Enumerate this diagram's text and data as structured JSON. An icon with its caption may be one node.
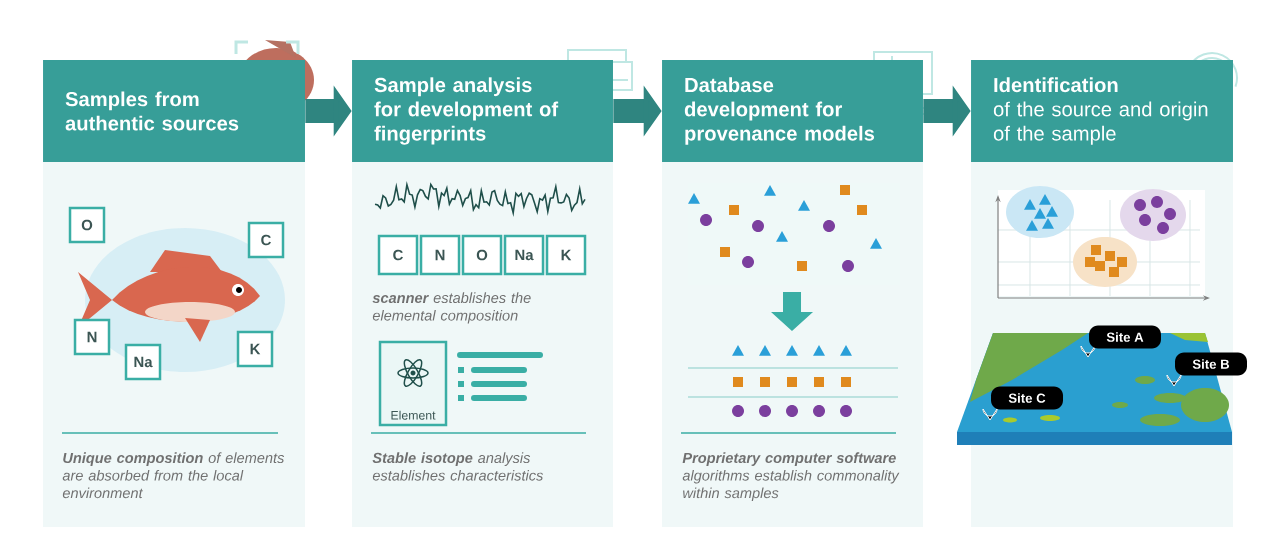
{
  "diagram": {
    "nodes": [
      {
        "text": [
          "Samples from authentic sources"
        ]
      },
      {
        "text": [
          "Sample analysis for development of fingerprints"
        ]
      },
      {
        "text": [
          "Database development for provenance models"
        ]
      },
      {
        "text": [
          "Identification",
          "of the source and origin of the sample"
        ]
      },
      {
        "text": [
          "O"
        ]
      },
      {
        "text": [
          "C"
        ]
      },
      {
        "text": [
          "N"
        ]
      },
      {
        "text": [
          "Na"
        ]
      },
      {
        "text": [
          "K"
        ]
      },
      {
        "text": [
          "C"
        ]
      },
      {
        "text": [
          "N"
        ]
      },
      {
        "text": [
          "O"
        ]
      },
      {
        "text": [
          "Na"
        ]
      },
      {
        "text": [
          "K"
        ]
      },
      {
        "text": [
          "Element"
        ]
      },
      {
        "text": [
          "Site A"
        ]
      },
      {
        "text": [
          "Site B"
        ]
      },
      {
        "text": [
          "Site C"
        ]
      }
    ],
    "edges": [
      {
        "from": 0,
        "to": 1,
        "arrow": "to"
      },
      {
        "from": 1,
        "to": 2,
        "arrow": "to"
      },
      {
        "from": 2,
        "to": 3,
        "arrow": "to"
      }
    ],
    "labels": [
      "**Unique composition** of elements are absorbed from the local environment",
      "**scanner** establishes the elemental composition",
      "**Stable isotope** analysis establishes characteristics",
      "**Proprietary computer software** algorithms establish commonality within samples"
    ]
  }
}
